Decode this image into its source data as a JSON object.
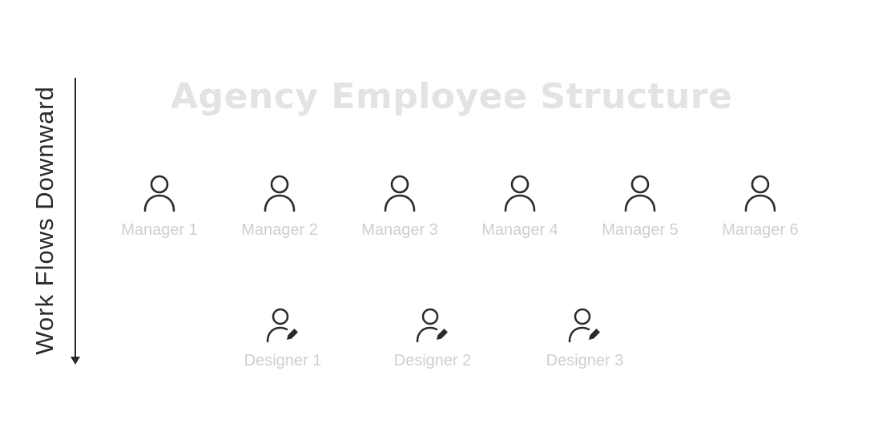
{
  "title": "Agency Employee Structure",
  "axis_label": "Work Flows Downward",
  "colors": {
    "title": "#e3e3e3",
    "node_label": "#cfcfcf",
    "icon_stroke": "#2a2a2a",
    "axis": "#2a2a2a"
  },
  "managers": [
    {
      "label": "Manager 1",
      "icon": "person-icon"
    },
    {
      "label": "Manager 2",
      "icon": "person-icon"
    },
    {
      "label": "Manager 3",
      "icon": "person-icon"
    },
    {
      "label": "Manager 4",
      "icon": "person-icon"
    },
    {
      "label": "Manager 5",
      "icon": "person-icon"
    },
    {
      "label": "Manager 6",
      "icon": "person-icon"
    }
  ],
  "designers": [
    {
      "label": "Designer 1",
      "icon": "person-edit-icon"
    },
    {
      "label": "Designer 2",
      "icon": "person-edit-icon"
    },
    {
      "label": "Designer 3",
      "icon": "person-edit-icon"
    }
  ]
}
